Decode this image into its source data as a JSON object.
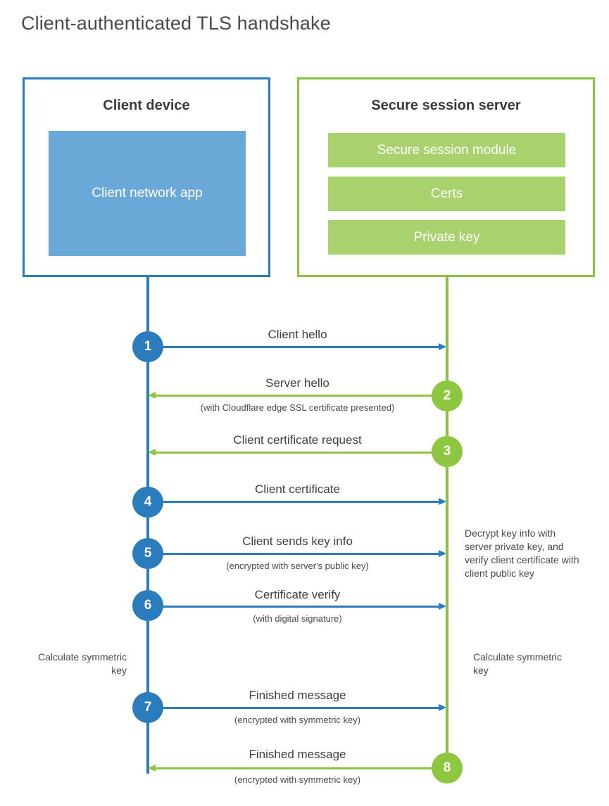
{
  "title": "Client-authenticated TLS handshake",
  "colors": {
    "client_border": "#2a7cbd",
    "client_fill": "#6aa8d8",
    "server_border": "#85c341",
    "server_fill": "#a9d26e",
    "client_accent": "#2a7cbd",
    "server_accent": "#8dc63f",
    "text": "#3f3f3f",
    "background": "#ffffff"
  },
  "actors": {
    "client": {
      "title": "Client device",
      "app_label": "Client network app"
    },
    "server": {
      "title": "Secure session server",
      "components": [
        "Secure session module",
        "Certs",
        "Private key"
      ]
    }
  },
  "steps": [
    {
      "number": "1",
      "label": "Client hello",
      "sublabel": "",
      "direction": "client-to-server",
      "origin": "client"
    },
    {
      "number": "2",
      "label": "Server hello",
      "sublabel": "(with Cloudflare edge SSL certificate presented)",
      "direction": "server-to-client",
      "origin": "server"
    },
    {
      "number": "3",
      "label": "Client certificate request",
      "sublabel": "",
      "direction": "server-to-client",
      "origin": "server"
    },
    {
      "number": "4",
      "label": "Client certificate",
      "sublabel": "",
      "direction": "client-to-server",
      "origin": "client"
    },
    {
      "number": "5",
      "label": "Client sends key info",
      "sublabel": "(encrypted with server's public key)",
      "direction": "client-to-server",
      "origin": "client"
    },
    {
      "number": "6",
      "label": "Certificate verify",
      "sublabel": "(with digital signature)",
      "direction": "client-to-server",
      "origin": "client"
    },
    {
      "number": "7",
      "label": "Finished message",
      "sublabel": "(encrypted with symmetric key)",
      "direction": "client-to-server",
      "origin": "client"
    },
    {
      "number": "8",
      "label": "Finished message",
      "sublabel": "(encrypted with symmetric key)",
      "direction": "server-to-client",
      "origin": "server"
    }
  ],
  "annotations": {
    "server_decrypt": "Decrypt key info with server private key, and verify client certificate with client public key",
    "client_calculate": "Calculate symmetric key",
    "server_calculate": "Calculate symmetric key"
  }
}
